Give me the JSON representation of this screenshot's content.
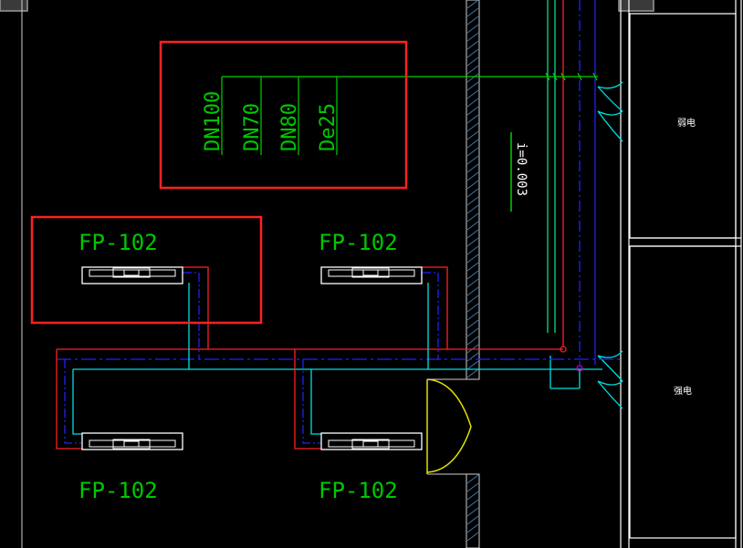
{
  "pipe_labels": [
    "DN100",
    "DN70",
    "DN80",
    "De25"
  ],
  "slope_label": "i=0.003",
  "fan_coil_tags": [
    "FP-102",
    "FP-102",
    "FP-102",
    "FP-102"
  ],
  "room_labels": [
    "弱电",
    "强电"
  ],
  "colors": {
    "background": "#000000",
    "supply_pipe": "#ff2020",
    "return_pipe": "#2020ff",
    "condensate_pipe": "#00e0e0",
    "cad_text": "#00c800",
    "wall": "#ffffff",
    "door": "#e0e000",
    "highlight_box": "#ff2020",
    "room_text": "#ffffff"
  }
}
